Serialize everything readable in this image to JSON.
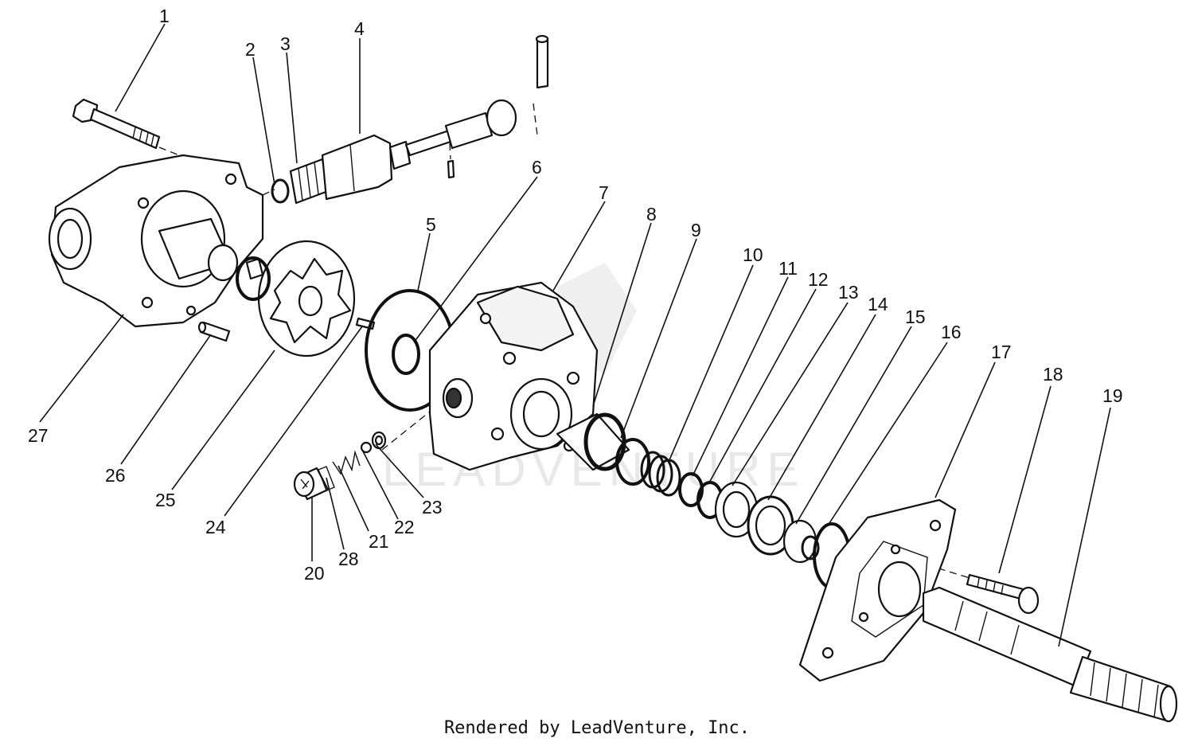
{
  "diagram": {
    "callouts": [
      "1",
      "2",
      "3",
      "4",
      "5",
      "6",
      "7",
      "8",
      "9",
      "10",
      "11",
      "12",
      "13",
      "14",
      "15",
      "16",
      "17",
      "18",
      "19",
      "20",
      "21",
      "22",
      "23",
      "24",
      "25",
      "26",
      "27",
      "28"
    ],
    "watermark": "LEADVENTURE"
  },
  "footer": {
    "credit": "Rendered by LeadVenture, Inc."
  }
}
